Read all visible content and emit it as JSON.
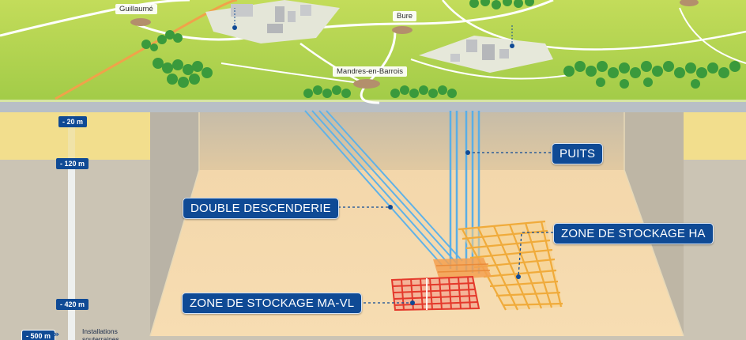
{
  "places": {
    "guillaume": "Guillaumé",
    "bure": "Bure",
    "mandres": "Mandres-en-Barrois"
  },
  "callouts": {
    "puits": "PUITS",
    "descenderie": "DOUBLE DESCENDERIE",
    "zone_ha": "ZONE DE STOCKAGE HA",
    "zone_mavl": "ZONE DE STOCKAGE MA-VL"
  },
  "depth_scale": {
    "d20": "- 20 m",
    "d120": "- 120 m",
    "d420": "- 420 m",
    "d500": "- 500 m",
    "installations_line1": "Installations",
    "installations_line2": "souterraines"
  },
  "colors": {
    "brand_blue": "#0f4a95",
    "grass": "#a9cf4c",
    "shaft": "#5aaee6",
    "ha_zone": "#f2b34a",
    "mavl_zone": "#e53b2c"
  }
}
